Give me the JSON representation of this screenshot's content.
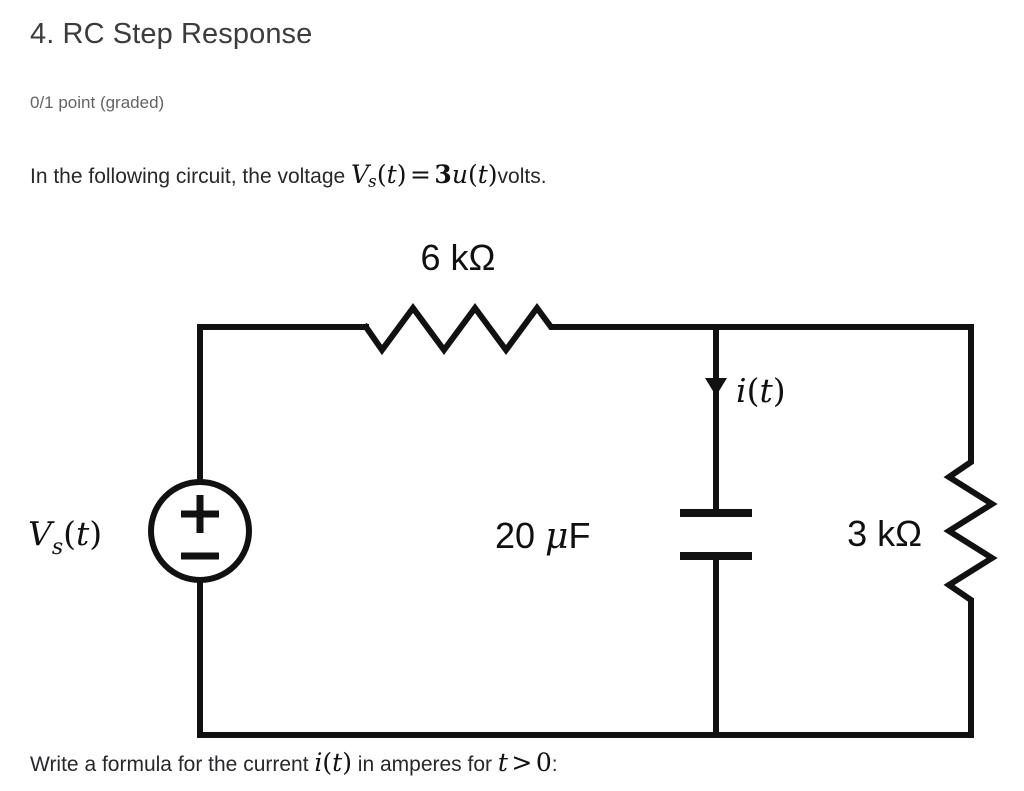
{
  "question": {
    "title": "4. RC Step Response",
    "points": "0/1 point (graded)",
    "prompt_prefix": "In the following circuit, the voltage ",
    "prompt_math": {
      "v": "V",
      "v_sub": "s",
      "paren_open": "(",
      "t": "t",
      "paren_close": ")",
      "equals": "=",
      "three": "3",
      "u": "u",
      "u_paren_open": "(",
      "u_t": "t",
      "u_paren_close": ")"
    },
    "prompt_suffix": "volts.",
    "answer_prompt_prefix": "Write a formula for the current ",
    "answer_prompt_math_i": "i",
    "answer_prompt_math_paren_open": "(",
    "answer_prompt_math_t": "t",
    "answer_prompt_math_paren_close": ")",
    "answer_prompt_mid": " in amperes for ",
    "answer_prompt_math_t2": "t",
    "answer_prompt_math_gt": ">",
    "answer_prompt_math_zero": "0",
    "answer_prompt_suffix": ":"
  },
  "circuit": {
    "source": {
      "label_v": "V",
      "label_sub": "s",
      "label_paren_open": "(",
      "label_t": "t",
      "label_paren_close": ")",
      "plus": "+",
      "minus": "−"
    },
    "resistor_top": {
      "value": "6 kΩ"
    },
    "resistor_right": {
      "value": "3 kΩ"
    },
    "capacitor": {
      "value_num": "20 ",
      "value_mu": "μ",
      "value_unit": "F"
    },
    "current": {
      "label_i": "i",
      "label_paren_open": "(",
      "label_t": "t",
      "label_paren_close": ")",
      "direction": "down"
    },
    "colors": {
      "wire": "#111111",
      "text": "#101010"
    }
  }
}
